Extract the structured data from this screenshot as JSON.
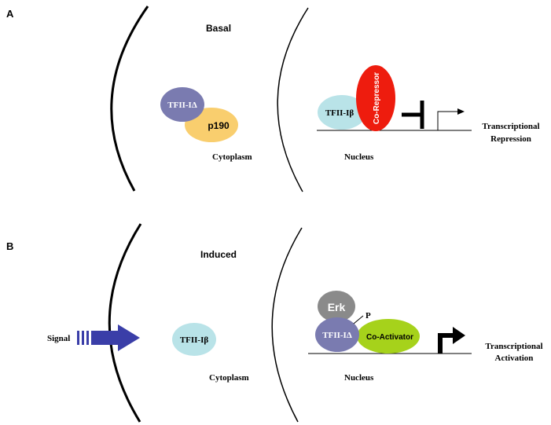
{
  "panels": {
    "a": {
      "letter": "A",
      "state": "Basal",
      "cytoplasm": "Cytoplasm",
      "nucleus": "Nucleus",
      "tfii_delta": "TFII-IΔ",
      "p190": "p190",
      "tfii_beta": "TFII-Iβ",
      "corepressor": "Co-Repressor",
      "outcome_line1": "Transcriptional",
      "outcome_line2": "Repression"
    },
    "b": {
      "letter": "B",
      "state": "Induced",
      "signal": "Signal",
      "cytoplasm": "Cytoplasm",
      "nucleus": "Nucleus",
      "tfii_beta": "TFII-Iβ",
      "erk": "Erk",
      "phospho": "P",
      "tfii_delta": "TFII-IΔ",
      "coactivator": "Co-Activator",
      "outcome_line1": "Transcriptional",
      "outcome_line2": "Activation"
    }
  },
  "colors": {
    "tfii_delta": "#7a7bb0",
    "p190": "#f9ce6e",
    "tfii_beta": "#b9e3e8",
    "corepressor": "#ee1c0e",
    "erk": "#8a8a8a",
    "coactivator": "#a6d21b",
    "signal_arrow": "#3a3ea8"
  }
}
